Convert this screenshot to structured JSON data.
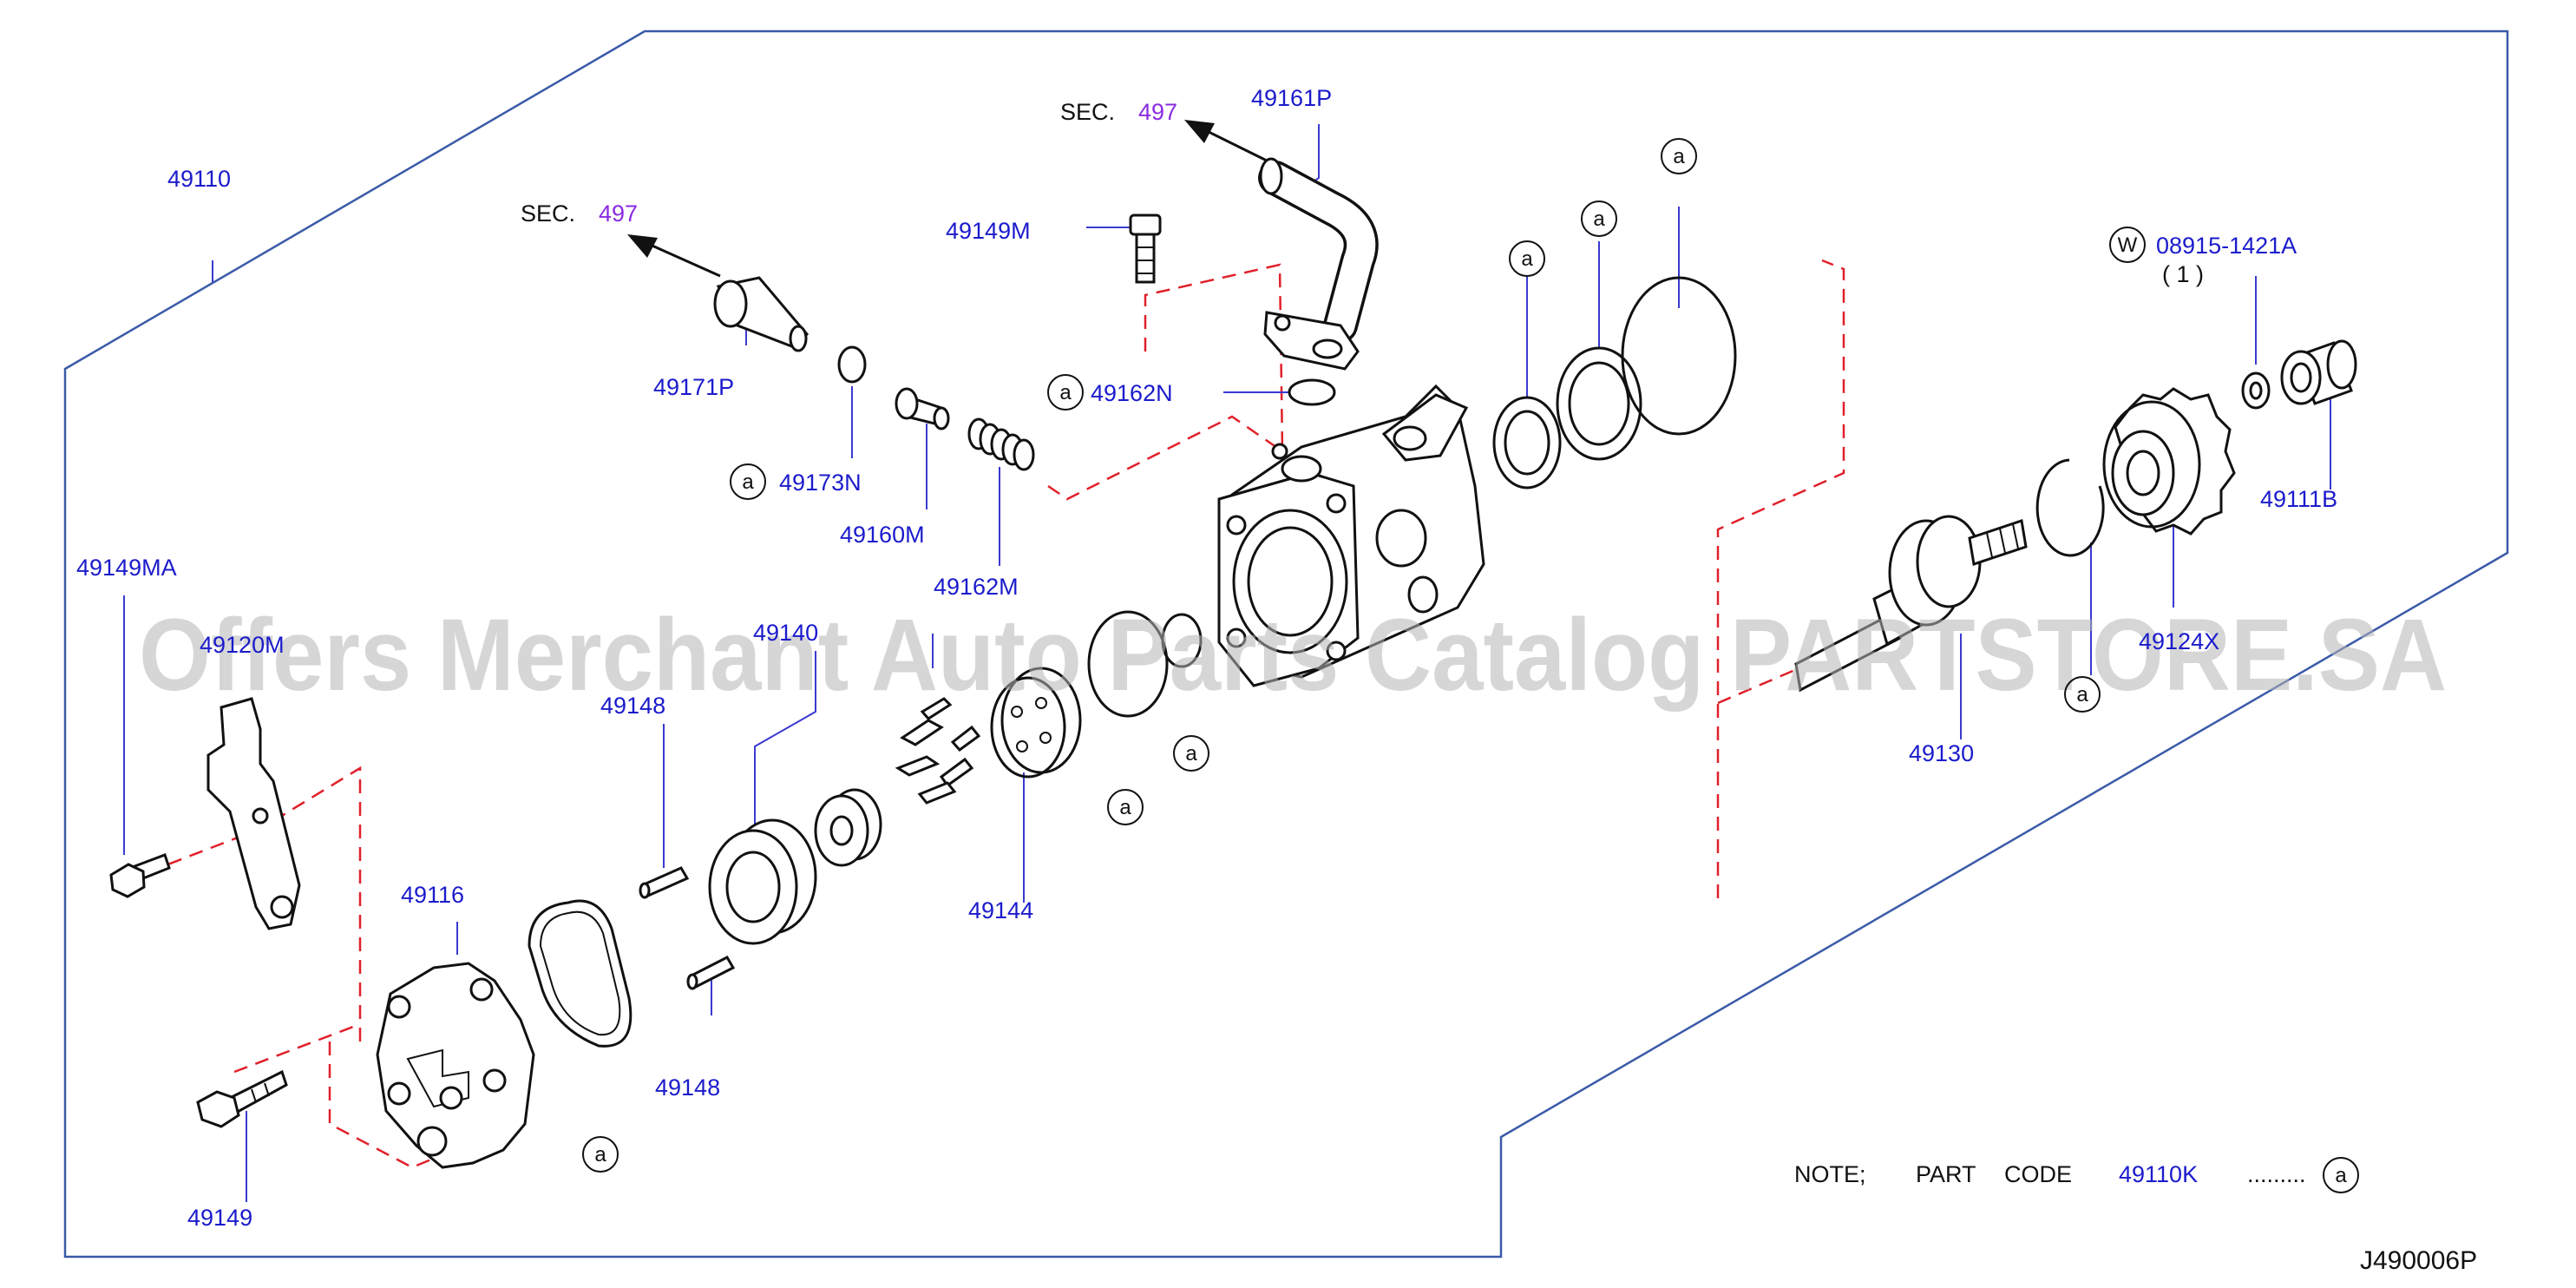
{
  "diagram_code": "J490006P",
  "watermark": "Offers Merchant Auto Parts Catalog PARTSTORE.SA",
  "section_refs": [
    {
      "prefix": "SEC.",
      "number": "497"
    },
    {
      "prefix": "SEC.",
      "number": "497"
    }
  ],
  "callouts": {
    "assembly": "49110",
    "hose_outlet": "49161P",
    "union_bolt": "49171P",
    "bolt_top": "49149M",
    "oring_top": "49162N",
    "oring_left": "49173N",
    "valve": "49160M",
    "spring": "49162M",
    "bolt_bracket": "49149MA",
    "bracket": "49120M",
    "ring": "49140",
    "pin_upper": "49148",
    "pin_lower": "49148",
    "plate": "49144",
    "cover": "49116",
    "bolt_cover": "49149",
    "shaft": "49130",
    "pulley_nut": "49111B",
    "gear": "49124X",
    "washer": "08915-1421A",
    "washer_qty": "( 1 )",
    "washer_symbol": "W"
  },
  "circle_symbol": "a",
  "note": {
    "label": "NOTE;",
    "part_label": "PART",
    "code_label": "CODE",
    "code_value": "49110K",
    "dots": "........."
  },
  "colors": {
    "label_blue": "#1b1bcc",
    "section_purple": "#8a2be2",
    "frame_blue": "#3a5aa8",
    "dash_red": "#e0202a",
    "watermark_gray": "#b5b5b5"
  }
}
